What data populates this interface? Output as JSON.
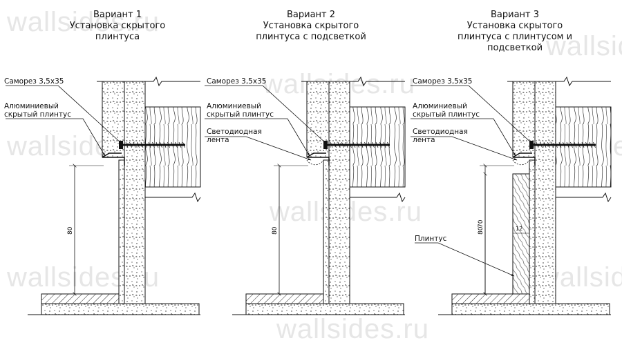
{
  "watermark": "wallsides.ru",
  "variants": [
    {
      "title_line1": "Вариант 1",
      "title_line2": "Установка скрытого",
      "title_line3": "плинтуса",
      "labels": {
        "screw": "Саморез 3,5х35",
        "profile_line1": "Алюминиевый",
        "profile_line2": "скрытый плинтус"
      },
      "dim_height": "80"
    },
    {
      "title_line1": "Вариант 2",
      "title_line2": "Установка скрытого",
      "title_line3": "плинтуса с подсветкой",
      "labels": {
        "screw": "Саморез 3,5х35",
        "profile_line1": "Алюминиевый",
        "profile_line2": "скрытый плинтус",
        "led_line1": "Светодиодная",
        "led_line2": "лента"
      },
      "dim_height": "80"
    },
    {
      "title_line1": "Вариант 3",
      "title_line2": "Установка скрытого",
      "title_line3": "плинтуса с плинтусом и",
      "title_line4": "подсветкой",
      "labels": {
        "screw": "Саморез 3,5х35",
        "profile_line1": "Алюминиевый",
        "profile_line2": "скрытый плинтус",
        "led_line1": "Светодиодная",
        "led_line2": "лента",
        "plinth": "Плинтус"
      },
      "dim_height": "80",
      "dim_inner": "70",
      "dim_thickness": "12"
    }
  ]
}
